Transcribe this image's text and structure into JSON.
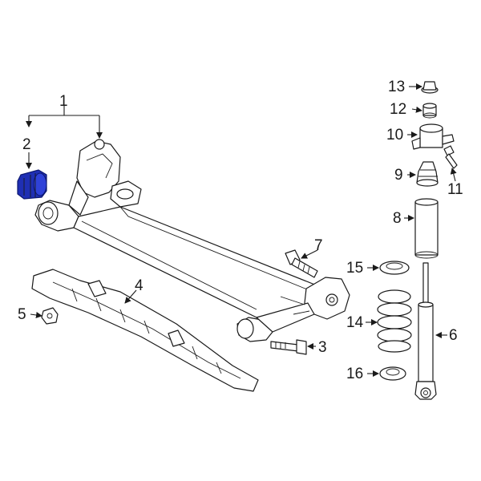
{
  "diagram": {
    "highlight_color": "#1f2fb4",
    "callouts": [
      {
        "id": "c1",
        "label": "1"
      },
      {
        "id": "c2",
        "label": "2"
      },
      {
        "id": "c3",
        "label": "3"
      },
      {
        "id": "c4",
        "label": "4"
      },
      {
        "id": "c5",
        "label": "5"
      },
      {
        "id": "c6",
        "label": "6"
      },
      {
        "id": "c7",
        "label": "7"
      },
      {
        "id": "c8",
        "label": "8"
      },
      {
        "id": "c9",
        "label": "9"
      },
      {
        "id": "c10",
        "label": "10"
      },
      {
        "id": "c11",
        "label": "11"
      },
      {
        "id": "c12",
        "label": "12"
      },
      {
        "id": "c13",
        "label": "13"
      },
      {
        "id": "c14",
        "label": "14"
      },
      {
        "id": "c15",
        "label": "15"
      },
      {
        "id": "c16",
        "label": "16"
      }
    ]
  }
}
